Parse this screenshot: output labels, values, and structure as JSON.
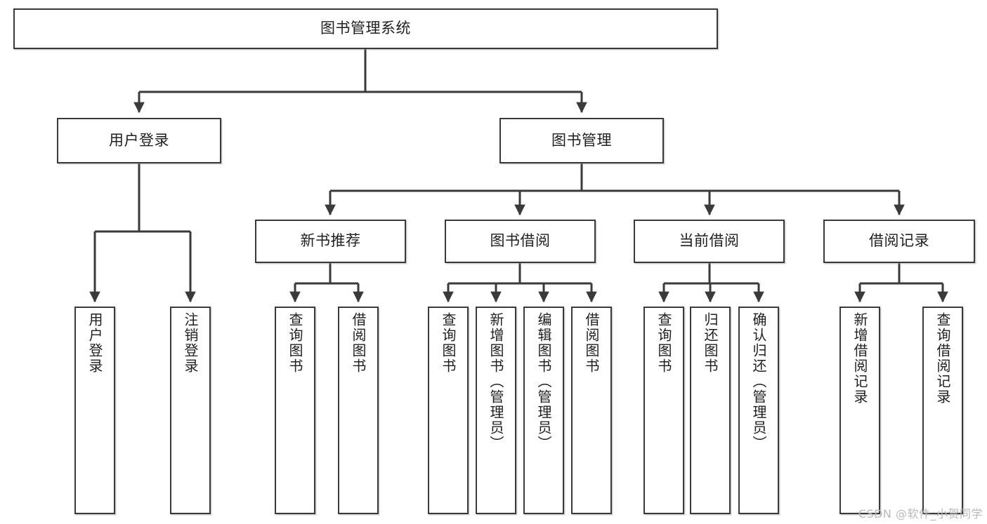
{
  "diagram": {
    "title": "图书管理系统",
    "watermark": "CSDN @软件_小贺同学",
    "line_color": "#3a3a3a",
    "box_border_color": "#3a3a3a",
    "box_fill_color": "#ffffff",
    "text_color": "#1f1f1f",
    "watermark_color": "#b9b9b9"
  },
  "nodes": {
    "root": {
      "label": "图书管理系统"
    },
    "level2": [
      {
        "label": "用户登录"
      },
      {
        "label": "图书管理"
      }
    ],
    "level3": [
      {
        "label": "新书推荐"
      },
      {
        "label": "图书借阅"
      },
      {
        "label": "当前借阅"
      },
      {
        "label": "借阅记录"
      }
    ],
    "leaves": {
      "user_login": [
        {
          "label": "用户登录"
        },
        {
          "label": "注销登录"
        }
      ],
      "new_book_recommend": [
        {
          "label": "查询图书"
        },
        {
          "label": "借阅图书"
        }
      ],
      "book_borrow": [
        {
          "label": "查询图书"
        },
        {
          "label": "新增图书（管理员）"
        },
        {
          "label": "编辑图书（管理员）"
        },
        {
          "label": "借阅图书"
        }
      ],
      "current_borrow": [
        {
          "label": "查询图书"
        },
        {
          "label": "归还图书"
        },
        {
          "label": "确认归还（管理员）"
        }
      ],
      "borrow_record": [
        {
          "label": "新增借阅记录"
        },
        {
          "label": "查询借阅记录"
        }
      ]
    }
  }
}
